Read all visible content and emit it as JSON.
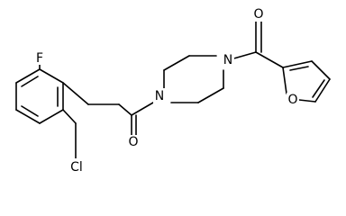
{
  "molecule": {
    "atoms": {
      "fluorine": "F",
      "chlorine": "Cl",
      "carbonyl_oxygen_left": "O",
      "carbonyl_oxygen_right": "O",
      "piperazine_nitrogen_left": "N",
      "piperazine_nitrogen_right": "N",
      "furan_oxygen": "O"
    }
  }
}
